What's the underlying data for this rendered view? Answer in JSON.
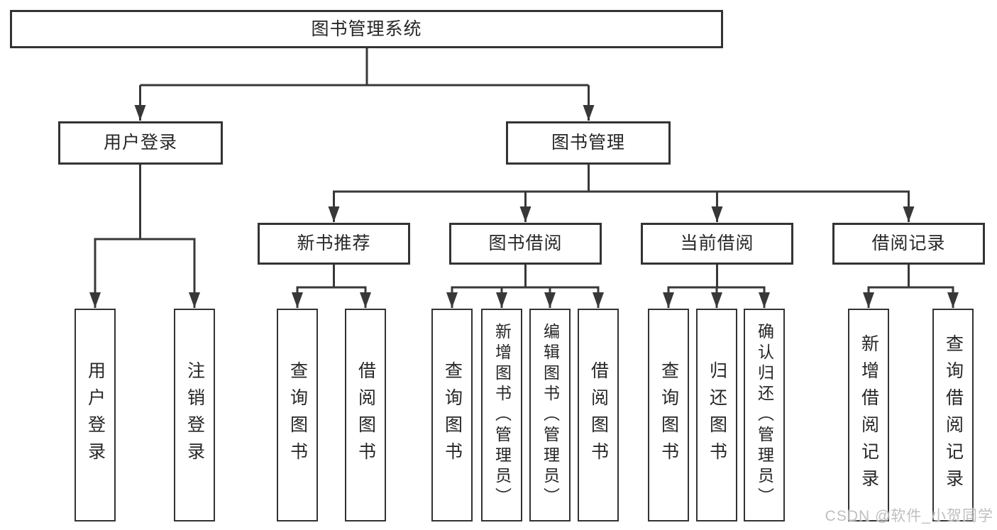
{
  "diagram": {
    "root": {
      "label": "图书管理系统"
    },
    "user_branch": {
      "label": "用户登录",
      "leaves": [
        {
          "label": "用户登录"
        },
        {
          "label": "注销登录"
        }
      ]
    },
    "book_branch": {
      "label": "图书管理",
      "groups": [
        {
          "label": "新书推荐",
          "leaves": [
            {
              "label": "查询图书"
            },
            {
              "label": "借阅图书"
            }
          ]
        },
        {
          "label": "图书借阅",
          "leaves": [
            {
              "label": "查询图书"
            },
            {
              "label": "新增图书（管理员）"
            },
            {
              "label": "编辑图书（管理员）"
            },
            {
              "label": "借阅图书"
            }
          ]
        },
        {
          "label": "当前借阅",
          "leaves": [
            {
              "label": "查询图书"
            },
            {
              "label": "归还图书"
            },
            {
              "label": "确认归还（管理员）"
            }
          ]
        },
        {
          "label": "借阅记录",
          "leaves": [
            {
              "label": "新增借阅记录"
            },
            {
              "label": "查询借阅记录"
            }
          ]
        }
      ]
    }
  },
  "watermark": {
    "text": "CSDN @软件_小贺同学"
  },
  "colors": {
    "line": "#383838",
    "box_border": "#333333",
    "text": "#262626",
    "background": "#ffffff",
    "watermark": "#bfbfbf"
  }
}
